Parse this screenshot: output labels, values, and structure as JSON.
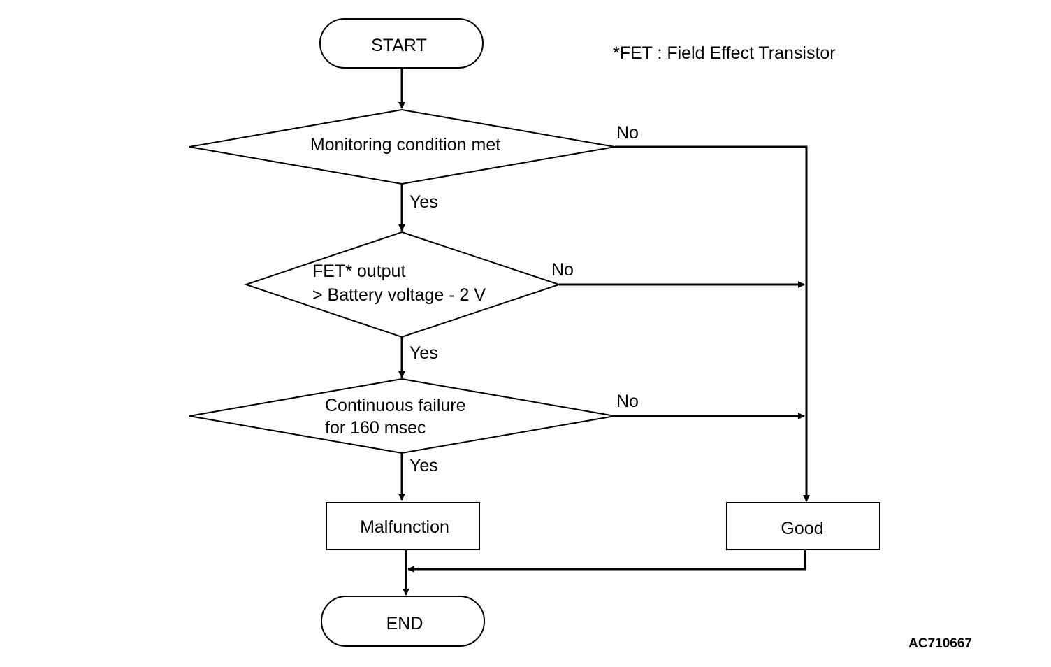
{
  "note": "*FET : Field Effect Transistor",
  "figure_id": "AC710667",
  "nodes": {
    "start": "START",
    "decision1": "Monitoring condition met",
    "decision2_line1": "FET* output",
    "decision2_line2": "> Battery voltage - 2 V",
    "decision3_line1": "Continuous failure",
    "decision3_line2": "for 160 msec",
    "malfunction": "Malfunction",
    "good": "Good",
    "end": "END"
  },
  "edges": {
    "d1_yes": "Yes",
    "d1_no": "No",
    "d2_yes": "Yes",
    "d2_no": "No",
    "d3_yes": "Yes",
    "d3_no": "No"
  }
}
